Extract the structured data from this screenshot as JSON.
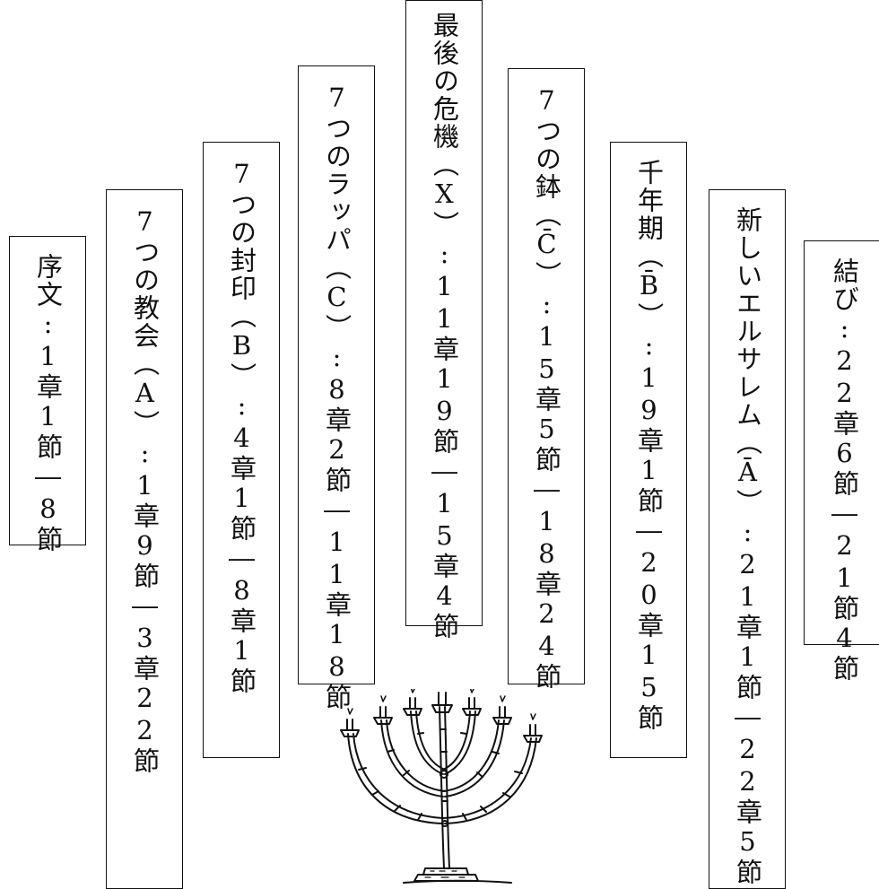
{
  "strips": [
    {
      "id": "intro",
      "text": "序文:1章1節―8節"
    },
    {
      "id": "churches",
      "text": "7つの教会（A）:1章9節―3章22節"
    },
    {
      "id": "seals",
      "text": "7つの封印（B）:4章1節―8章1節"
    },
    {
      "id": "trumpets",
      "text": "7つのラッパ（C）:8章2節―11章18節"
    },
    {
      "id": "crisis",
      "text": "最後の危機（X）:11章19節―15章4節"
    },
    {
      "id": "bowls",
      "text": "7つの鉢（C̄）:15章5節―18章24節"
    },
    {
      "id": "millennium",
      "text": "千年期（B̄）:19章1節―20章15節"
    },
    {
      "id": "new-jerusalem",
      "text": "新しいエルサレム（Ā）:21章1節―22章5節"
    },
    {
      "id": "conclusion",
      "text": "結び:22章6節―21節4節"
    }
  ],
  "colors": {
    "ink": "#111111",
    "paper": "#ffffff"
  },
  "illustration": {
    "icon": "menorah-icon"
  }
}
